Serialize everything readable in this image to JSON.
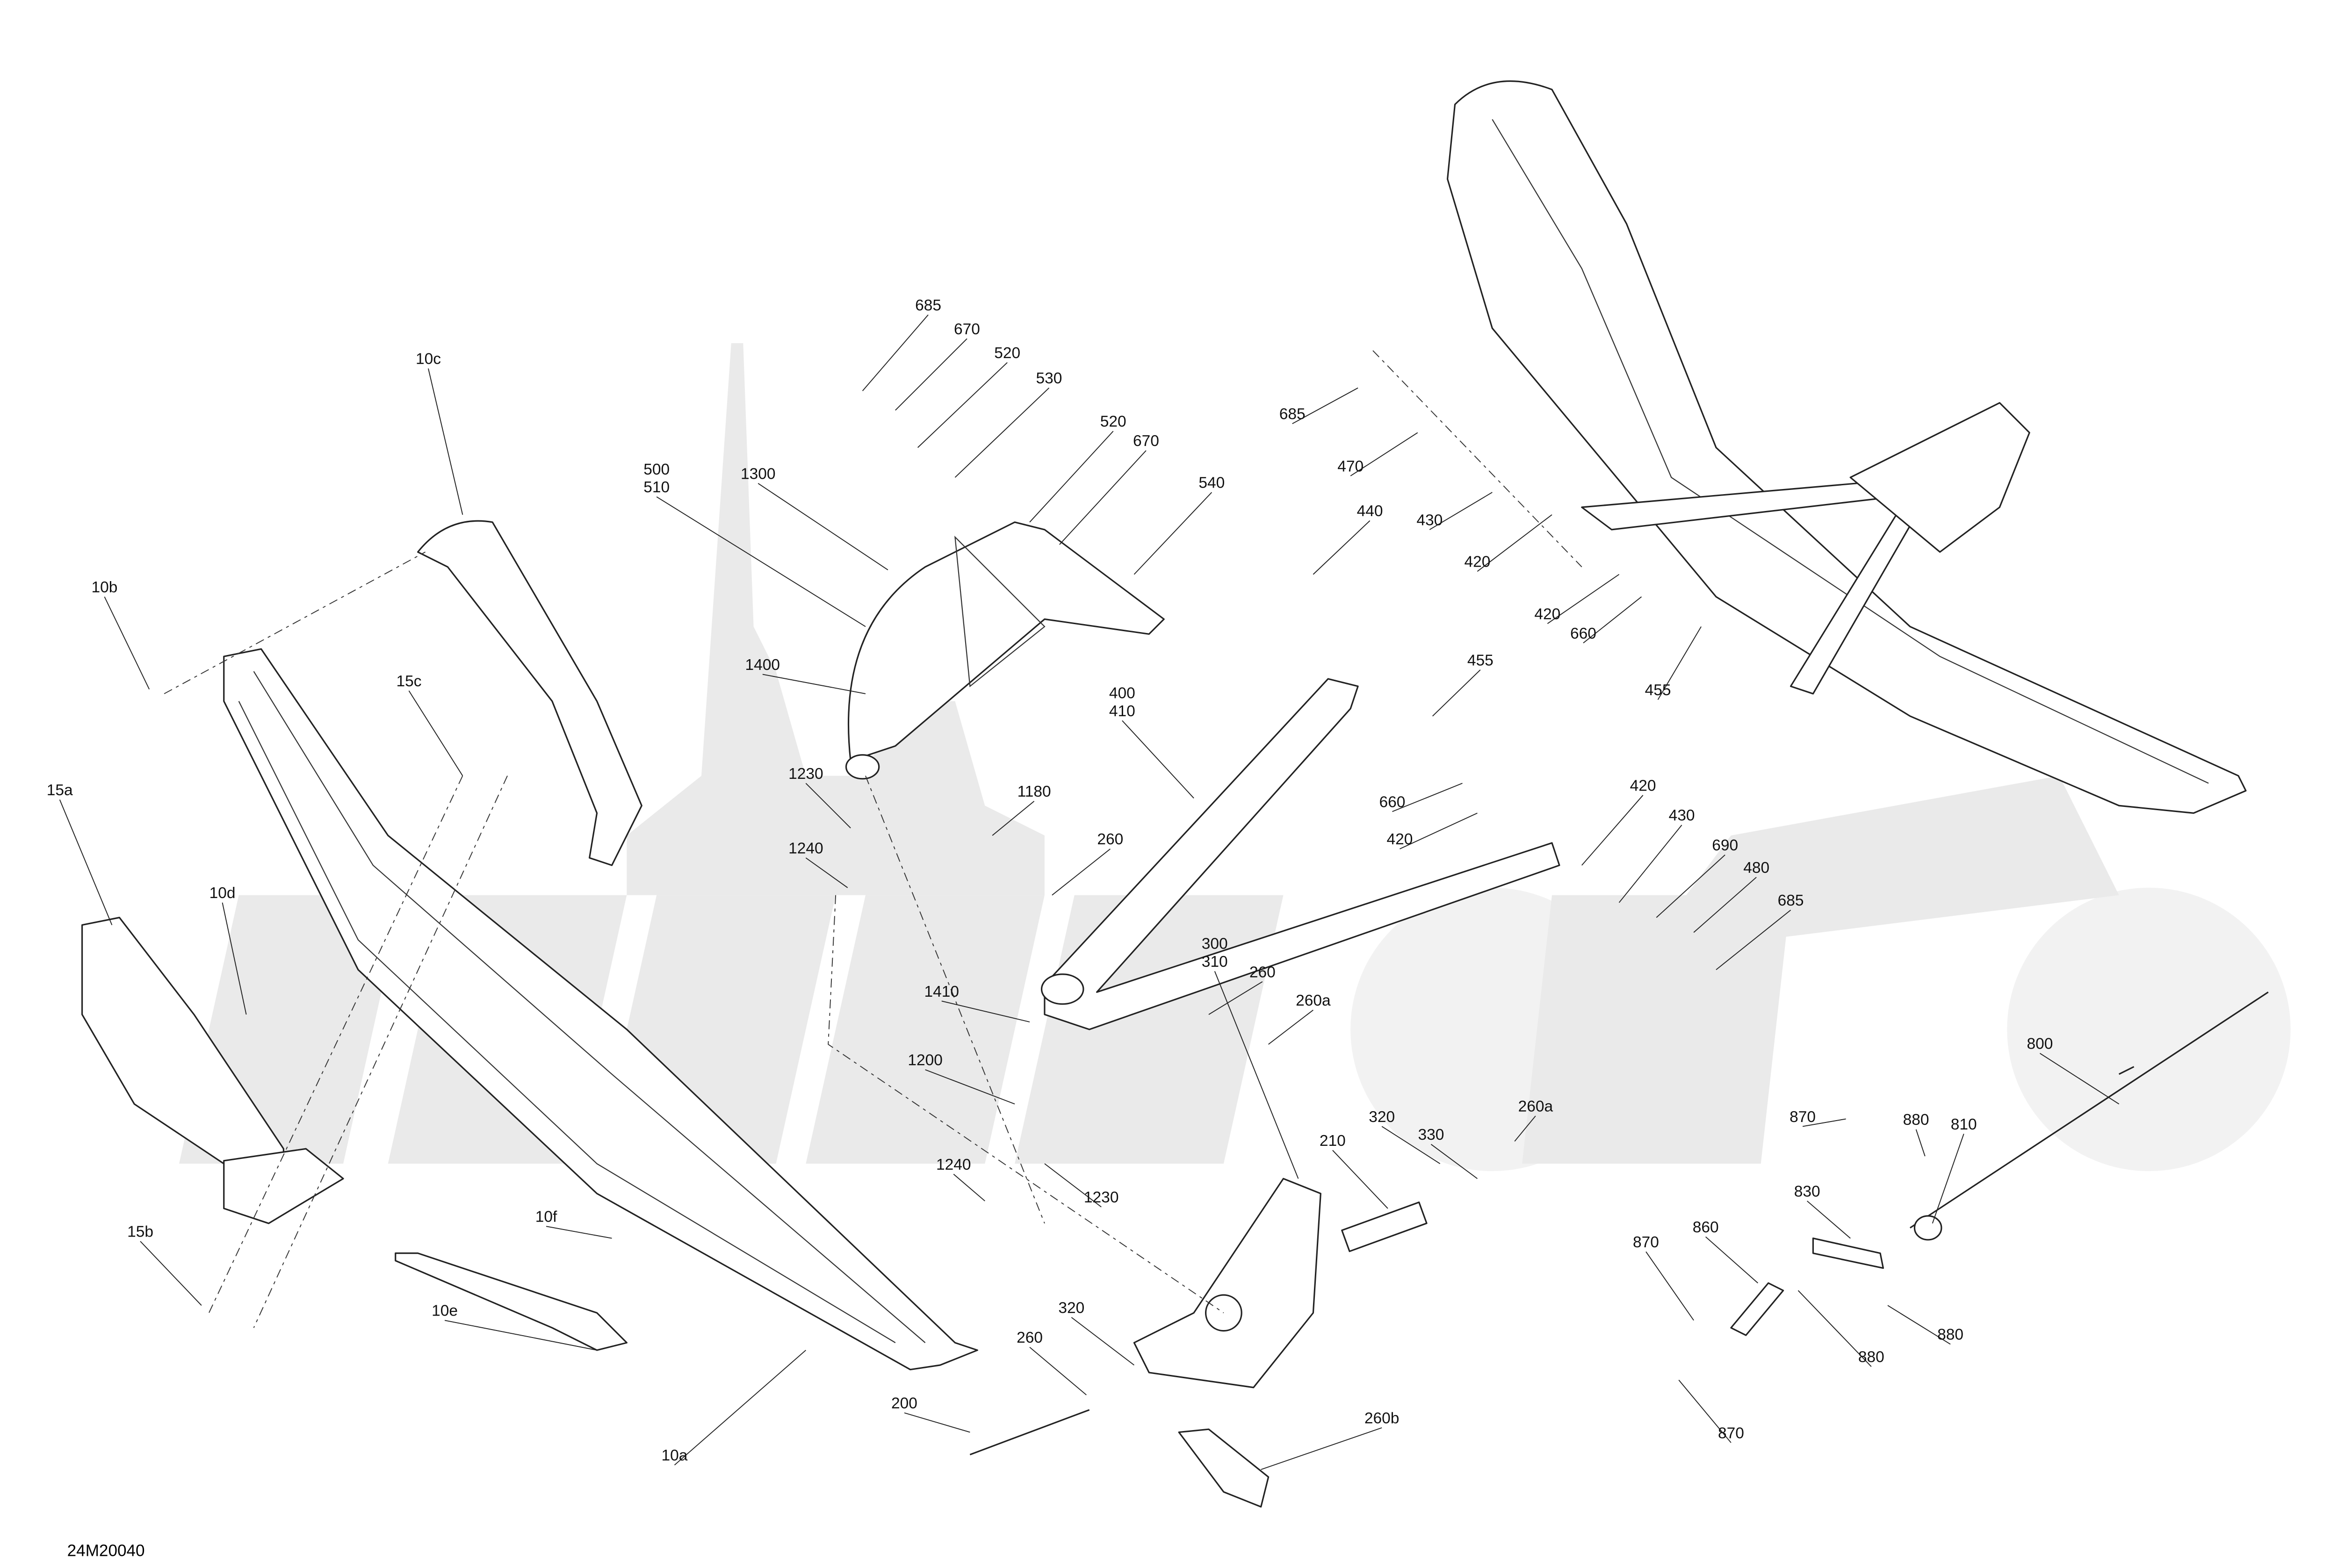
{
  "diagram": {
    "drawing_code": "24M20040",
    "watermark_text": "MOTOMOTO",
    "callouts": [
      "685",
      "670",
      "520",
      "530",
      "520",
      "670",
      "540",
      "1300",
      "500\n510",
      "10c",
      "10b",
      "15c",
      "15a",
      "10d",
      "1400",
      "1230",
      "1240",
      "1180",
      "260",
      "400\n410",
      "685",
      "470",
      "440",
      "430",
      "420",
      "420",
      "660",
      "455",
      "455",
      "660",
      "420",
      "420",
      "430",
      "690",
      "480",
      "685",
      "1410",
      "260",
      "260a",
      "1200",
      "300\n310",
      "260a",
      "320",
      "330",
      "210",
      "1240",
      "1230",
      "10f",
      "15b",
      "10e",
      "10a",
      "320",
      "260",
      "200",
      "260b",
      "870",
      "880",
      "810",
      "800",
      "860",
      "830",
      "870",
      "880",
      "880",
      "870"
    ]
  }
}
